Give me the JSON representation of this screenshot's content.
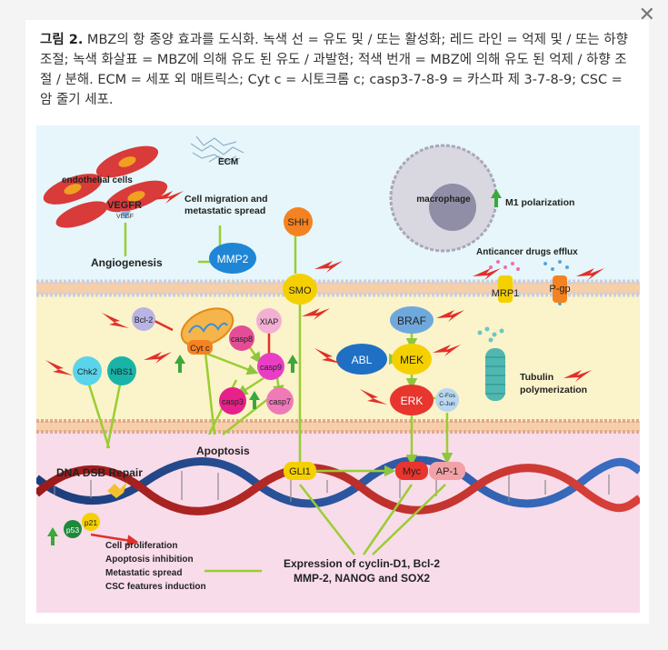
{
  "dialog": {
    "close_label": "✕"
  },
  "caption": {
    "figure_label": "그림 2.",
    "text": " MBZ의 항 종양 효과를 도식화. 녹색 선 = 유도 및 / 또는 활성화; 레드 라인 = 억제 및 / 또는 하향 조절; 녹색 화살표 = MBZ에 의해 유도 된 유도 / 과발현; 적색 번개 = MBZ에 의해 유도 된 억제 / 하향 조절 / 분해. ECM = 세포 외 매트릭스; Cyt c = 시토크롬 c; casp3-7-8-9 = 카스파 제 3-7-8-9; CSC = 암 줄기 세포."
  },
  "diagram": {
    "endothelial": "endothelial cells",
    "vegfr": "VEGFR",
    "vegf": "VEGF",
    "ecm": "ECM",
    "migration1": "Cell migration and",
    "migration2": "metastatic spread",
    "angiogenesis": "Angiogenesis",
    "mmp2": "MMP2",
    "shh": "SHH",
    "smo": "SMO",
    "macrophage": "macrophage",
    "m1": "M1 polarization",
    "efflux": "Anticancer drugs efflux",
    "mrp1": "MRP1",
    "pgp": "P-gp",
    "bcl2": "Bcl-2",
    "cytc": "Cyt c",
    "xiap": "XIAP",
    "casp8": "casp8",
    "casp9": "casp9",
    "casp3": "casp3",
    "casp7": "casp7",
    "chk2": "Chk2",
    "nbs1": "NBS1",
    "apoptosis": "Apoptosis",
    "dsb": "DNA DSB Repair",
    "braf": "BRAF",
    "abl": "ABL",
    "mek": "MEK",
    "erk": "ERK",
    "cfos": "C-Fos",
    "cjun": "C-Jun",
    "tubulin1": "Tubulin",
    "tubulin2": "polymerization",
    "gli1": "GLI1",
    "myc": "Myc",
    "ap1": "AP-1",
    "p53": "p53",
    "p21": "p21",
    "eff1": "Cell proliferation",
    "eff2": "Apoptosis inhibition",
    "eff3": "Metastatic spread",
    "eff4": "CSC features induction",
    "expr1": "Expression of cyclin-D1, Bcl-2",
    "expr2": "MMP-2, NANOG and SOX2"
  }
}
